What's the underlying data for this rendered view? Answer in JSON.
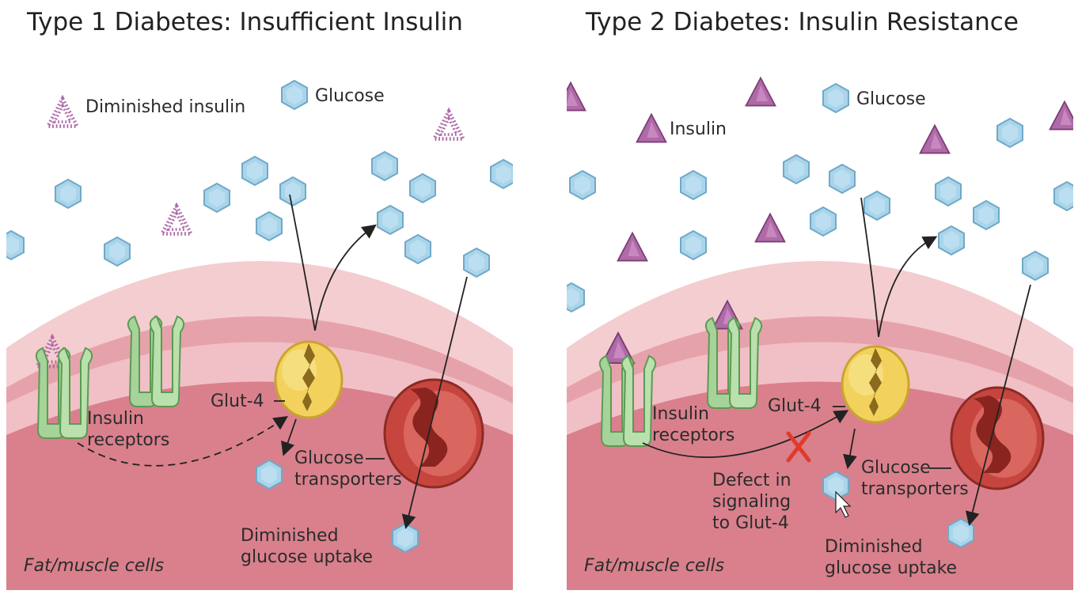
{
  "panels": [
    {
      "title": "Type 1 Diabetes: Insufficient Insulin",
      "labels": {
        "insulin": "Diminished insulin",
        "glucose": "Glucose",
        "glut4": "Glut-4",
        "receptors": "Insulin receptors",
        "transporters": "Glucose transporters",
        "uptake": "Diminished glucose uptake",
        "cells": "Fat/muscle cells"
      }
    },
    {
      "title": "Type 2 Diabetes: Insulin Resistance",
      "labels": {
        "insulin": "Insulin",
        "glucose": "Glucose",
        "glut4": "Glut-4",
        "receptors": "Insulin receptors",
        "defect": "Defect in signaling to Glut-4",
        "transporters": "Glucose transporters",
        "uptake": "Diminished glucose uptake",
        "cells": "Fat/muscle cells"
      }
    }
  ],
  "colors": {
    "membrane_outer": "#f2c8cc",
    "membrane_mid": "#e8a3ab",
    "cell_inner": "#d9808c",
    "glucose": "#a9d4ea",
    "insulin": "#b06aa8",
    "glut4": "#f2d25c",
    "receptor": "#a6d39a",
    "transporter": "#c6463f",
    "defect_x": "#e23a2a"
  },
  "icons": [
    "glucose-hexagon-icon",
    "insulin-triangle-icon",
    "glut4-transporter-icon",
    "insulin-receptor-icon",
    "glucose-transporter-icon",
    "cursor-icon"
  ]
}
